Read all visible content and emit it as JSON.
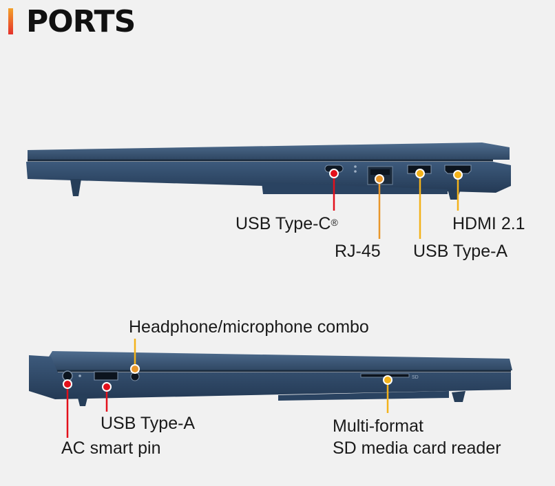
{
  "heading": "PORTS",
  "colors": {
    "accent_red": "#e3101b",
    "accent_orange": "#e8962a",
    "accent_yellow": "#f3b21a",
    "laptop_body": "#35506f",
    "background": "#f1f1f1"
  },
  "top_view": {
    "labels": {
      "usb_c": "USB Type-C",
      "usb_c_mark": "®",
      "rj45": "RJ-45",
      "usb_a": "USB Type-A",
      "hdmi": "HDMI 2.1"
    }
  },
  "bottom_view": {
    "labels": {
      "headphone": "Headphone/microphone combo",
      "usb_a": "USB Type-A",
      "ac_pin": "AC smart pin",
      "sd_line1": "Multi-format",
      "sd_line2": "SD media card reader"
    }
  }
}
